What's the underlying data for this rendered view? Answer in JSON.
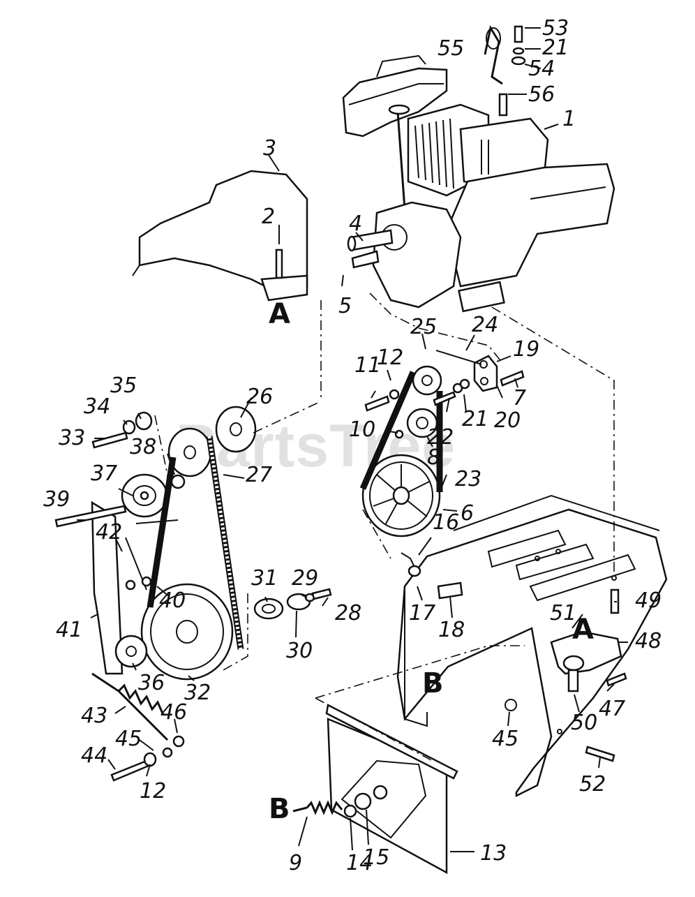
{
  "watermark": "PartsTree",
  "ref_labels": [
    "A",
    "A",
    "B",
    "B"
  ],
  "callouts": [
    "53",
    "21",
    "55",
    "54",
    "56",
    "1",
    "3",
    "2",
    "4",
    "5",
    "24",
    "25",
    "19",
    "12",
    "11",
    "7",
    "20",
    "21",
    "22",
    "10",
    "8",
    "23",
    "6",
    "35",
    "26",
    "34",
    "33",
    "38",
    "27",
    "37",
    "39",
    "42",
    "40",
    "41",
    "36",
    "32",
    "31",
    "29",
    "28",
    "30",
    "16",
    "17",
    "18",
    "49",
    "51",
    "48",
    "47",
    "50",
    "43",
    "46",
    "45",
    "44",
    "12",
    "45",
    "52",
    "9",
    "14",
    "15",
    "13"
  ]
}
